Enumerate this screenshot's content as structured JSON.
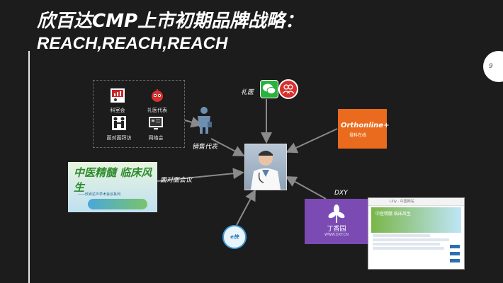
{
  "title": {
    "line1": "欣百达CMP上市初期品牌战略：",
    "line2": "REACH,REACH,REACH"
  },
  "page_number": "9",
  "channels": [
    {
      "label": "科室会",
      "icon": "presentation-icon"
    },
    {
      "label": "礼医代表",
      "icon": "virus-mascot-icon"
    },
    {
      "label": "面对面拜访",
      "icon": "handshake-icon"
    },
    {
      "label": "网络会",
      "icon": "monitor-icon"
    }
  ],
  "labels": {
    "sales_rep": "销售代表",
    "liyi": "礼医",
    "face_to_face": "面对面会议",
    "dxy": "DXY"
  },
  "banner": {
    "headline": "中医精髓 临床风生",
    "subline": "——欣百达®学术会议系列"
  },
  "orange_logo": {
    "brand": "Orthonline+",
    "sub": "骨科在线"
  },
  "dxy_logo": {
    "name": "丁香园",
    "url": "WWW.DXY.CN"
  },
  "web_mock": {
    "header": "Lilly · 中国网站",
    "hero_text": "中医精髓 临床风生"
  },
  "ekuai_logo": "e快",
  "colors": {
    "background": "#1c1c1c",
    "orange": "#ea6b1e",
    "purple": "#7b4bb3",
    "wechat_green": "#2bb13d",
    "red": "#d8302d"
  }
}
